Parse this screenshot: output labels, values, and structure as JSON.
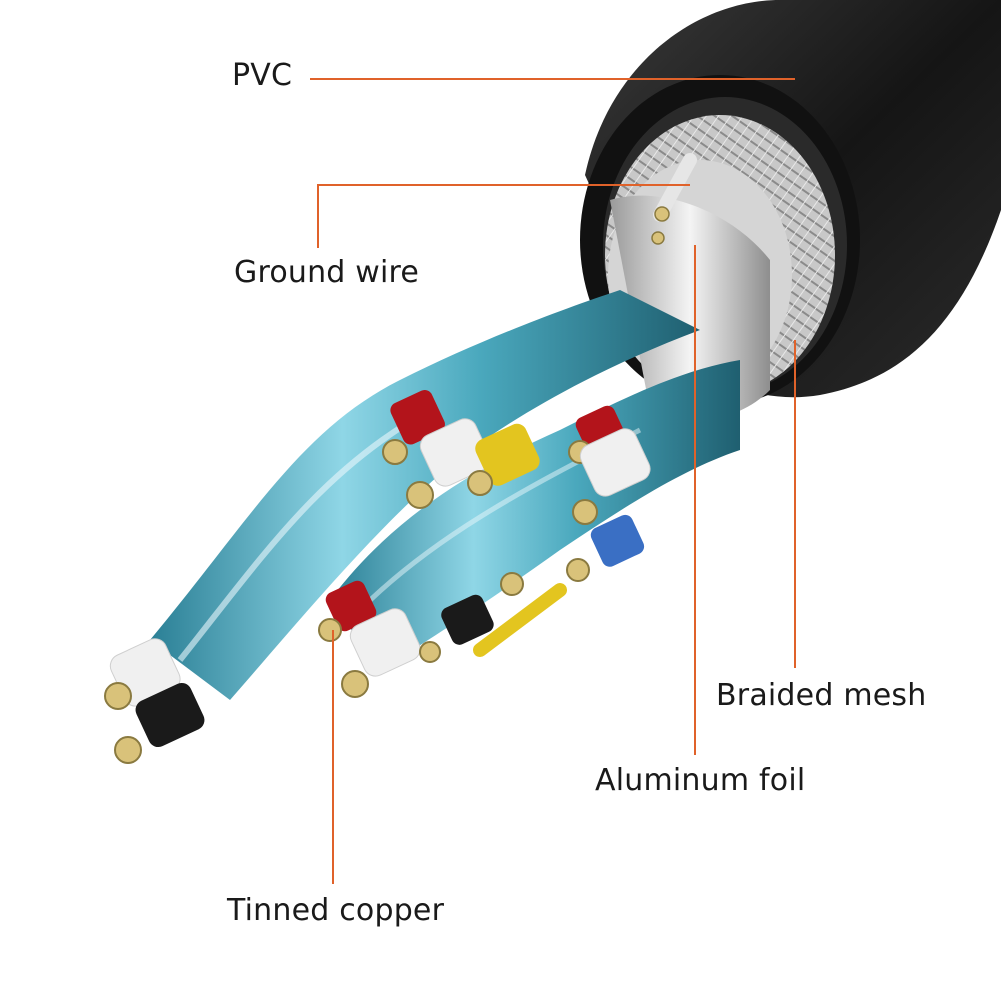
{
  "labels": {
    "pvc": "PVC",
    "ground_wire": "Ground wire",
    "braided_mesh": "Braided mesh",
    "aluminum_foil": "Aluminum foil",
    "tinned_copper": "Tinned copper"
  },
  "colors": {
    "leader_line": "#e0622a",
    "jacket": "#1c1c1c",
    "braid": "#b9b9b9",
    "foil_teal": "#5fb6c8",
    "conductor_tin": "#d9c27a",
    "insulation_red": "#b3141b",
    "insulation_white": "#f0f0f0",
    "insulation_yellow": "#e3c51f",
    "insulation_blue": "#3a6fc4",
    "insulation_black": "#1a1a1a"
  }
}
